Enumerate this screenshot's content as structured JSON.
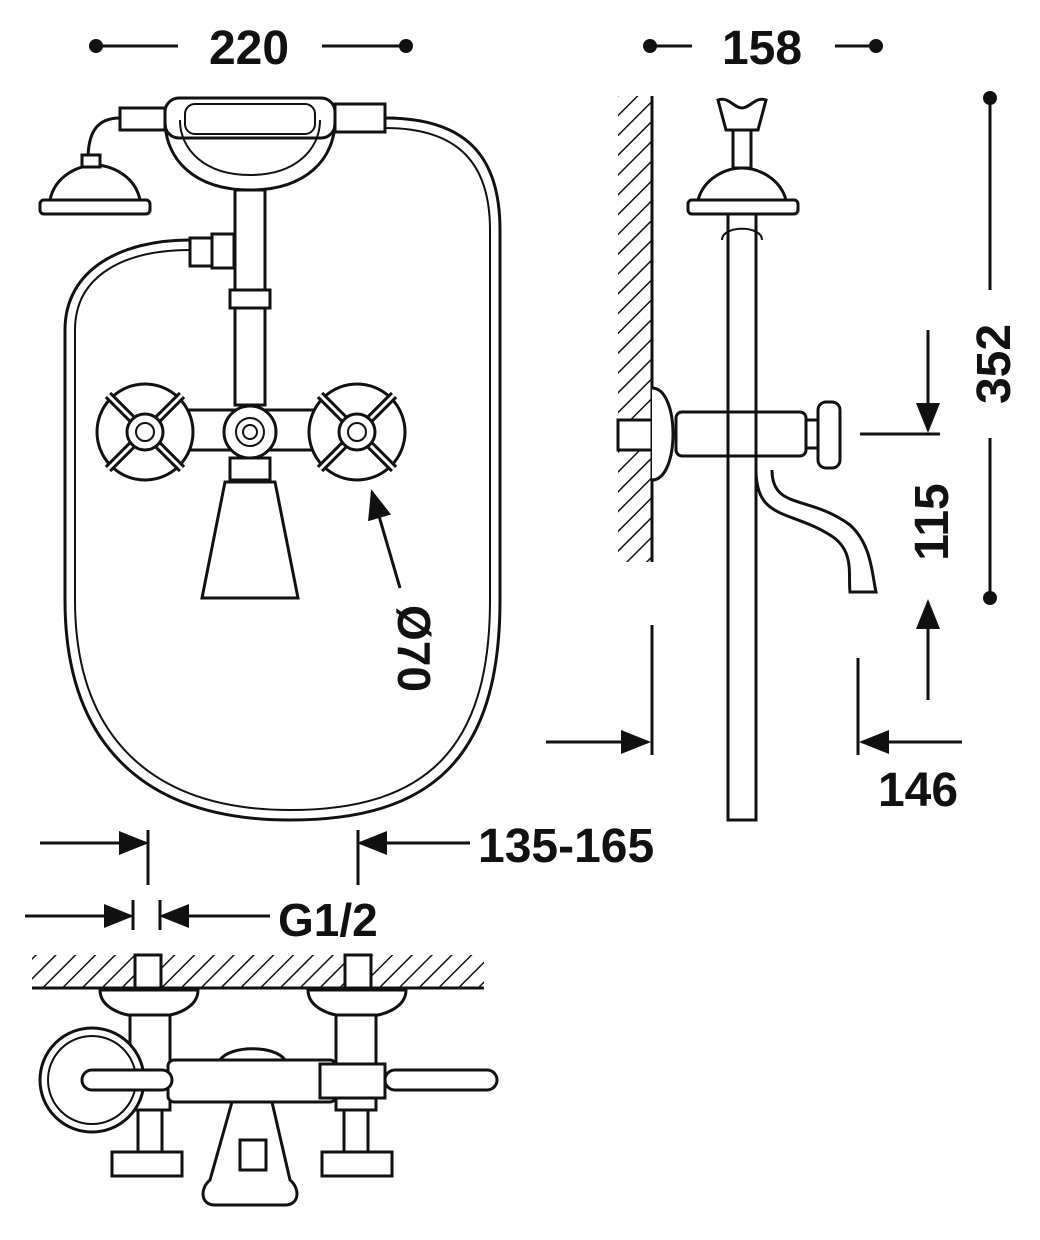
{
  "dimensions": {
    "width_total": "220",
    "depth_total": "158",
    "height_total": "352",
    "handle_diameter": "Ø70",
    "spout_height": "115",
    "spout_projection": "146",
    "center_distance": "135-165",
    "connection_thread": "G1/2"
  },
  "views": [
    "front-view",
    "side-view",
    "top-view"
  ],
  "colors": {
    "line": "#111111",
    "background": "#ffffff"
  }
}
